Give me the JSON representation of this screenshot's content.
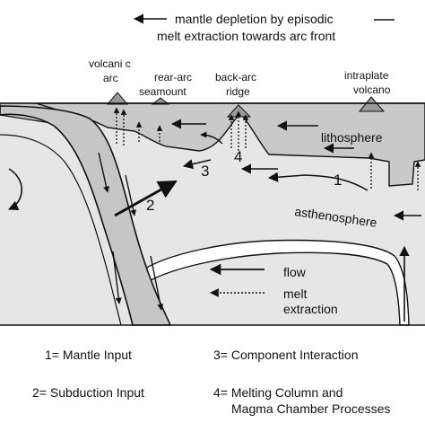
{
  "header": {
    "line1": "mantle depletion by episodic",
    "line2": "melt extraction towards arc front"
  },
  "labels": {
    "volcanic_arc_1": "volcani c",
    "volcanic_arc_2": "arc",
    "rear_arc_1": "rear-arc",
    "rear_arc_2": "seamount",
    "back_arc_1": "back-arc",
    "back_arc_2": "ridge",
    "intraplate_1": "intraplate",
    "intraplate_2": "volcano",
    "lithosphere": "lithosphere",
    "asthenosphere": "asthenosphere"
  },
  "region_numbers": {
    "n1": "1",
    "n2": "2",
    "n3": "3",
    "n4": "4"
  },
  "key": {
    "flow": "flow",
    "melt_extraction_1": "melt",
    "melt_extraction_2": "extraction"
  },
  "legend": {
    "item1": "1= Mantle Input",
    "item2": "2= Subduction Input",
    "item3": "3= Component Interaction",
    "item4_1": "4= Melting Column and",
    "item4_2": "Magma Chamber Processes"
  },
  "colors": {
    "mantle_fill": "#e6e6e6",
    "slab_fill": "#c6c6c6",
    "lithosphere_fill": "#c9c9c9",
    "volcano_fill": "#9a9a9a",
    "stroke": "#111111"
  }
}
